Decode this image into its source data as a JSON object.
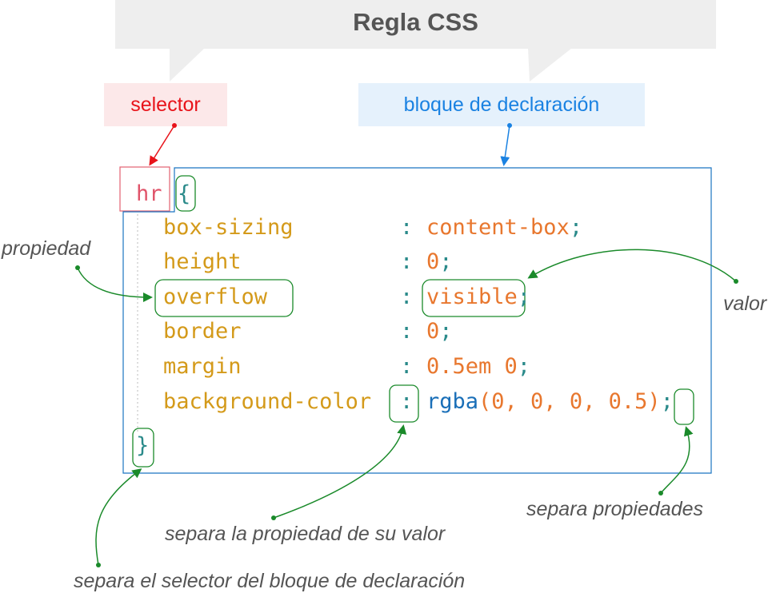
{
  "title": "Regla CSS",
  "labels": {
    "selector": "selector",
    "declaration_block": "bloque de declaración"
  },
  "code": {
    "selector": "hr",
    "open_brace": "{",
    "close_brace": "}",
    "declarations": [
      {
        "property": "box-sizing",
        "colon": ":",
        "value": "content-box",
        "semicolon": ";"
      },
      {
        "property": "height",
        "colon": ":",
        "value": "0",
        "semicolon": ";"
      },
      {
        "property": "overflow",
        "colon": ":",
        "value": "visible",
        "semicolon": ";"
      },
      {
        "property": "border",
        "colon": ":",
        "value": "0",
        "semicolon": ";"
      },
      {
        "property": "margin",
        "colon": ":",
        "value": "0.5em 0",
        "semicolon": ";"
      },
      {
        "property": "background-color",
        "colon": ":",
        "value_fn": "rgba",
        "value_args": "(0, 0, 0, 0.5)",
        "semicolon": ";"
      }
    ]
  },
  "annotations": {
    "propiedad": "propiedad",
    "valor": "valor",
    "separa_propiedades": "separa propiedades",
    "separa_valor": "separa la propiedad de su valor",
    "separa_selector": "separa el selector del bloque de declaración"
  },
  "colors": {
    "selector_red": "#e8131a",
    "block_blue": "#1a82e2",
    "annotation_green": "#1a8a2a",
    "title_grey": "#555555"
  }
}
